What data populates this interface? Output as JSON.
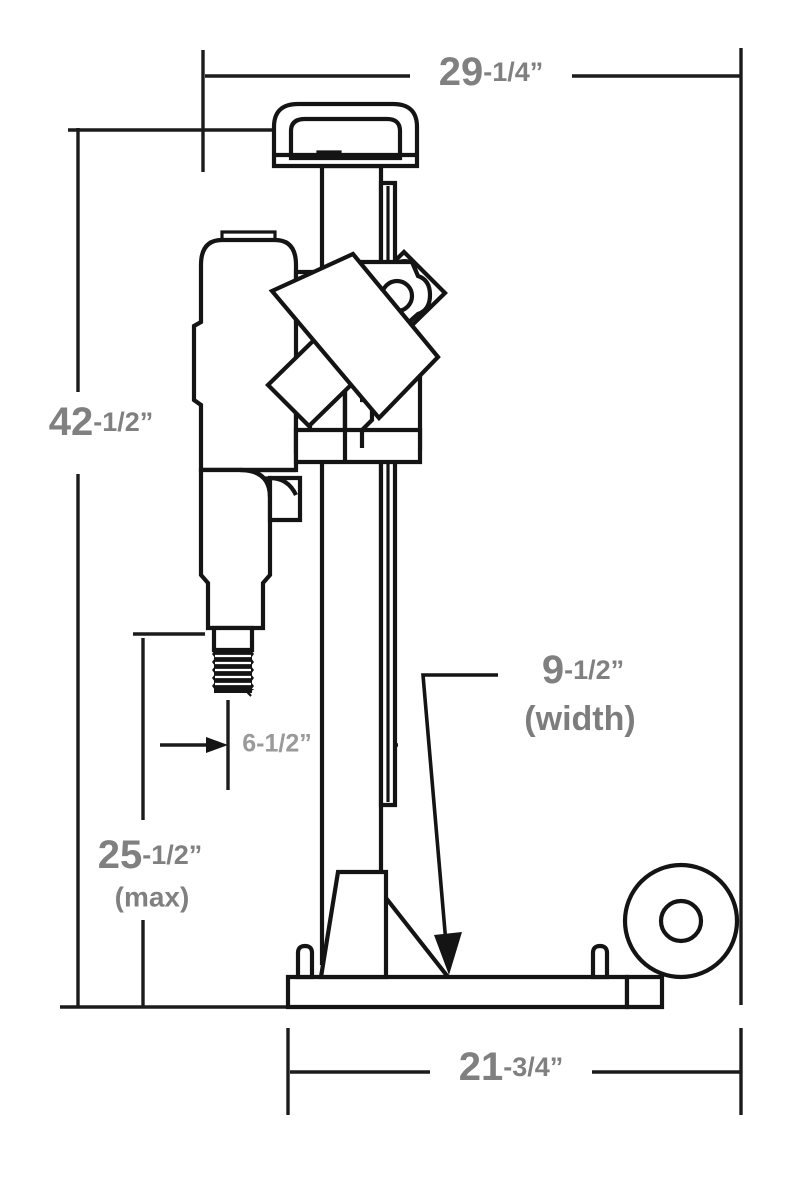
{
  "drawing": {
    "title": "Core drill rig dimensioned side elevation",
    "subject": "drill-press-rig",
    "background_color": "#ffffff",
    "line_color": "#141414",
    "dimension_text_color": "#808080"
  },
  "dimensions": {
    "overall_height": {
      "whole": "29",
      "fraction": "-1/4”",
      "full": "29-1/4”",
      "orientation": "horizontal",
      "position": "top",
      "name": "overall-depth"
    },
    "column_height": {
      "whole": "42",
      "fraction": "-1/2”",
      "full": "42-1/2”",
      "orientation": "vertical",
      "position": "left-outer",
      "name": "overall-height"
    },
    "travel": {
      "whole": "25",
      "fraction": "-1/2”",
      "full": "25-1/2”",
      "note": "(max)",
      "orientation": "vertical",
      "position": "left-inner",
      "name": "max-travel"
    },
    "bit_offset": {
      "full": "6-1/2”",
      "orientation": "horizontal",
      "position": "middle",
      "name": "bit-center-offset"
    },
    "width": {
      "whole": "9",
      "fraction": "-1/2”",
      "full": "9-1/2”",
      "note": "(width)",
      "orientation": "leader",
      "position": "right-middle",
      "name": "base-width"
    },
    "base_length": {
      "whole": "21",
      "fraction": "-3/4”",
      "full": "21-3/4”",
      "orientation": "horizontal",
      "position": "bottom",
      "name": "base-length"
    }
  },
  "parts": [
    {
      "name": "carry-handle",
      "label": "carry handle"
    },
    {
      "name": "motor-housing",
      "label": "motor housing"
    },
    {
      "name": "feed-lever",
      "label": "feed lever"
    },
    {
      "name": "carriage-bracket",
      "label": "carriage bracket"
    },
    {
      "name": "column-post",
      "label": "column post"
    },
    {
      "name": "rack-rail",
      "label": "rack rail"
    },
    {
      "name": "core-bit",
      "label": "core bit"
    },
    {
      "name": "base-plate",
      "label": "base plate"
    },
    {
      "name": "gusset-brace",
      "label": "gusset brace"
    },
    {
      "name": "anchor-bolt-left",
      "label": "anchor bolt"
    },
    {
      "name": "anchor-bolt-right",
      "label": "anchor bolt"
    },
    {
      "name": "transport-wheel",
      "label": "transport wheel"
    }
  ]
}
